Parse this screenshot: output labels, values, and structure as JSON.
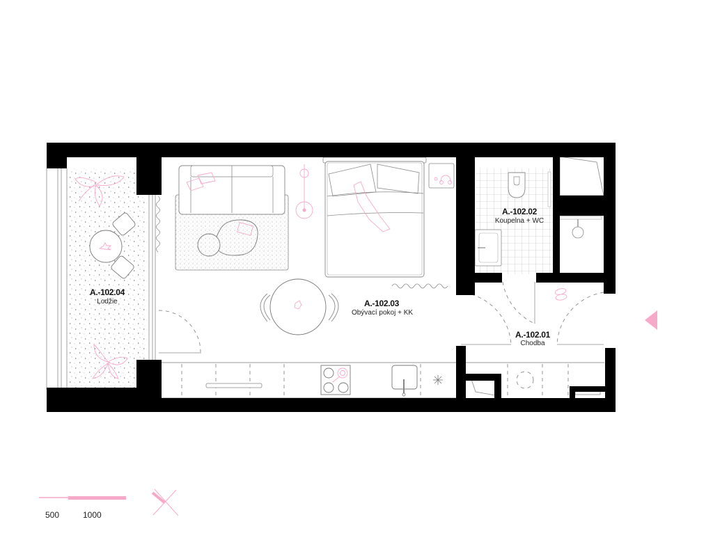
{
  "plan": {
    "accent_color": "#f7a9c9",
    "wall_color": "#000000",
    "rooms": [
      {
        "id": "room-lodzie",
        "code": "A.-102.04",
        "name": "Lodžie"
      },
      {
        "id": "room-obyvaci",
        "code": "A.-102.03",
        "name": "Obývací pokoj + KK"
      },
      {
        "id": "room-koupelna",
        "code": "A.-102.02",
        "name": "Koupelna + WC"
      },
      {
        "id": "room-chodba",
        "code": "A.-102.01",
        "name": "Chodba"
      }
    ],
    "entrance_marker": "entrance-arrow-icon",
    "north_marker": "north-arrow-icon"
  },
  "scale_bar": {
    "labels": [
      "500",
      "1000"
    ]
  }
}
